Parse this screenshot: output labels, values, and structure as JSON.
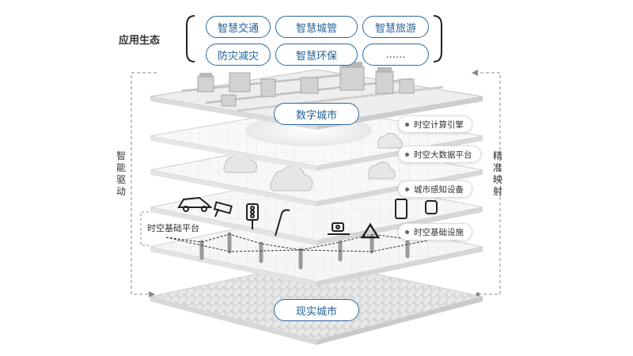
{
  "app_ecology": {
    "title": "应用生态",
    "items": [
      "智慧交通",
      "智慧城管",
      "智慧旅游",
      "防灾减灾",
      "智慧环保",
      "......"
    ]
  },
  "digital_city_label": "数字城市",
  "real_city_label": "现实城市",
  "left_side_label": [
    "智",
    "能",
    "驱",
    "动"
  ],
  "right_side_label": [
    "精",
    "准",
    "映",
    "射"
  ],
  "platform_label": "时空基础平台",
  "layer_tags": [
    "时空计算引擎",
    "时空大数据平台",
    "城市感知设备",
    "时空基础设施"
  ],
  "colors": {
    "accent": "#2b6aa0",
    "layer_fill": "#f4f4f4",
    "grid": "#d6d6d6"
  }
}
